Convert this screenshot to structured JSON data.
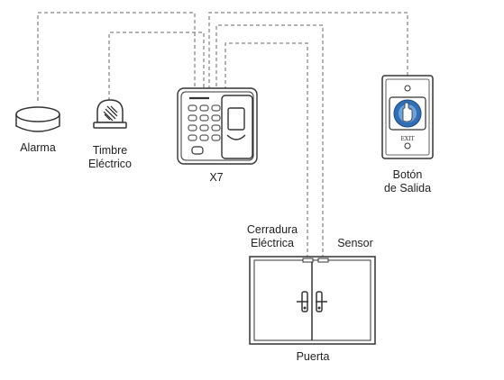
{
  "labels": {
    "alarm": "Alarma",
    "bell_line1": "Timbre",
    "bell_line2": "Eléctrico",
    "device": "X7",
    "exit_line1": "Botón",
    "exit_line2": "de Salida",
    "lock_line1": "Cerradura",
    "lock_line2": "Eléctrica",
    "sensor": "Sensor",
    "door": "Puerta"
  },
  "exit_button_text": "EXIT",
  "colors": {
    "wire": "#9a9a9a",
    "outline": "#333333",
    "button_blue": "#2f6fb5"
  },
  "icons": {
    "alarm": "alarm-icon",
    "bell": "electric-bell-icon",
    "device": "fingerprint-terminal-icon",
    "exit": "exit-button-icon",
    "door": "double-door-icon"
  }
}
